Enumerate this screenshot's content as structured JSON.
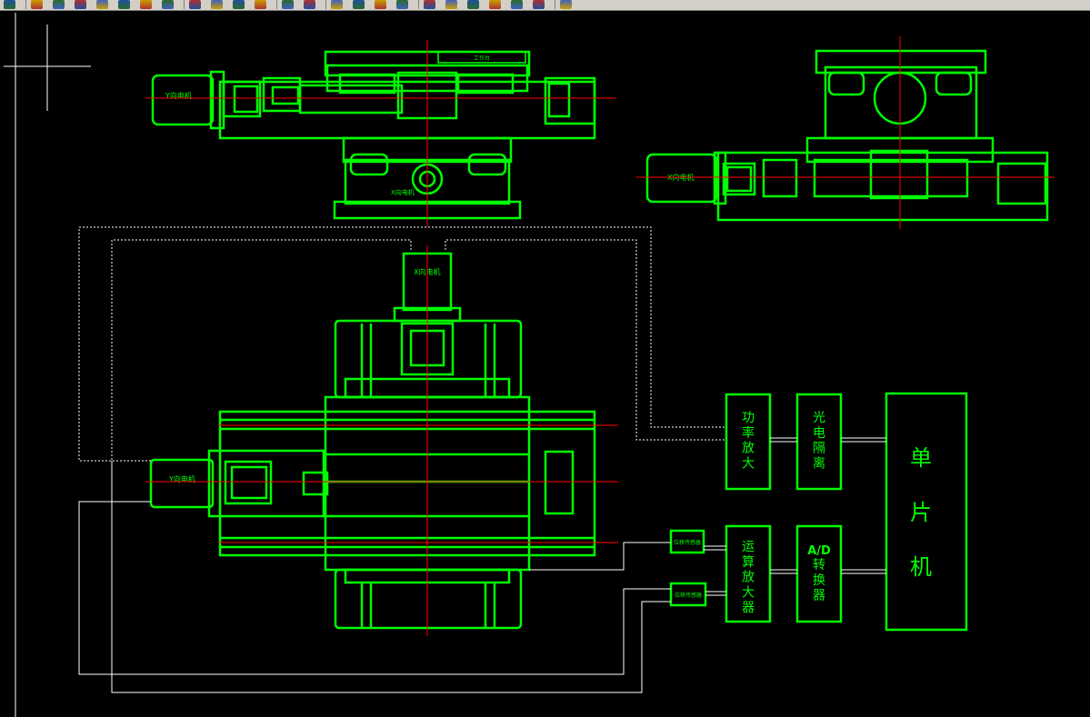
{
  "toolbar": {
    "buttons": [
      "layer-icon",
      "new-icon",
      "open-icon",
      "save-icon",
      "print-icon",
      "preview-icon",
      "publish-icon",
      "plot-icon",
      "cut-icon",
      "copy-icon",
      "paste-icon",
      "matchprop-icon",
      "undo-icon",
      "redo-icon",
      "pan-icon",
      "zoom-realtime-icon",
      "zoom-window-icon",
      "zoom-previous-icon",
      "properties-icon",
      "designcenter-icon",
      "toolpalettes-icon",
      "sheetset-icon",
      "markup-icon",
      "calc-icon",
      "help-icon"
    ]
  },
  "drawing": {
    "colors": {
      "outline": "#00ff00",
      "centerline": "#ff0000",
      "wire": "#ffffff",
      "background": "#000000"
    },
    "labels": {
      "y_motor_front": "Y向电机",
      "x_motor_front_view": "X向电机",
      "x_motor_side": "X向电机",
      "x_motor_top": "X向电机",
      "y_motor_top": "Y向电机",
      "top_plate_label": "工作台"
    },
    "blocks": {
      "power_amp": "功率放大",
      "opto_isolation": "光电隔离",
      "mcu": "单片机",
      "op_amp": "运算放大器",
      "ad_prefix": "A/D",
      "ad_converter": "转换器",
      "sensor1": "位移传感器",
      "sensor2": "位移传感器"
    }
  }
}
